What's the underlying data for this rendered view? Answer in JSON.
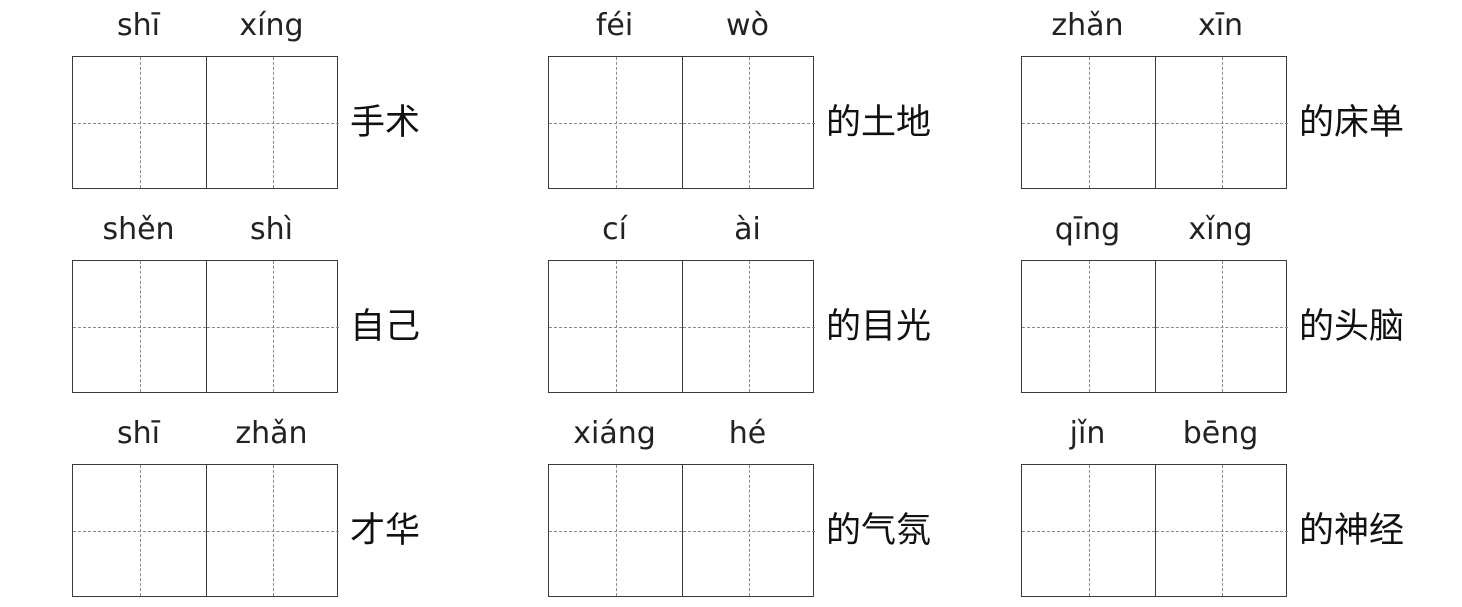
{
  "items": [
    {
      "pinyin": [
        "shī",
        "xíng"
      ],
      "suffix": "手术"
    },
    {
      "pinyin": [
        "féi",
        "wò"
      ],
      "suffix": "的土地"
    },
    {
      "pinyin": [
        "zhǎn",
        "xīn"
      ],
      "suffix": "的床单"
    },
    {
      "pinyin": [
        "shěn",
        "shì"
      ],
      "suffix": "自己"
    },
    {
      "pinyin": [
        "cí",
        "ài"
      ],
      "suffix": "的目光"
    },
    {
      "pinyin": [
        "qīng",
        "xǐng"
      ],
      "suffix": "的头脑"
    },
    {
      "pinyin": [
        "shī",
        "zhǎn"
      ],
      "suffix": "才华"
    },
    {
      "pinyin": [
        "xiáng",
        "hé"
      ],
      "suffix": "的气氛"
    },
    {
      "pinyin": [
        "jǐn",
        "bēng"
      ],
      "suffix": "的神经"
    }
  ]
}
